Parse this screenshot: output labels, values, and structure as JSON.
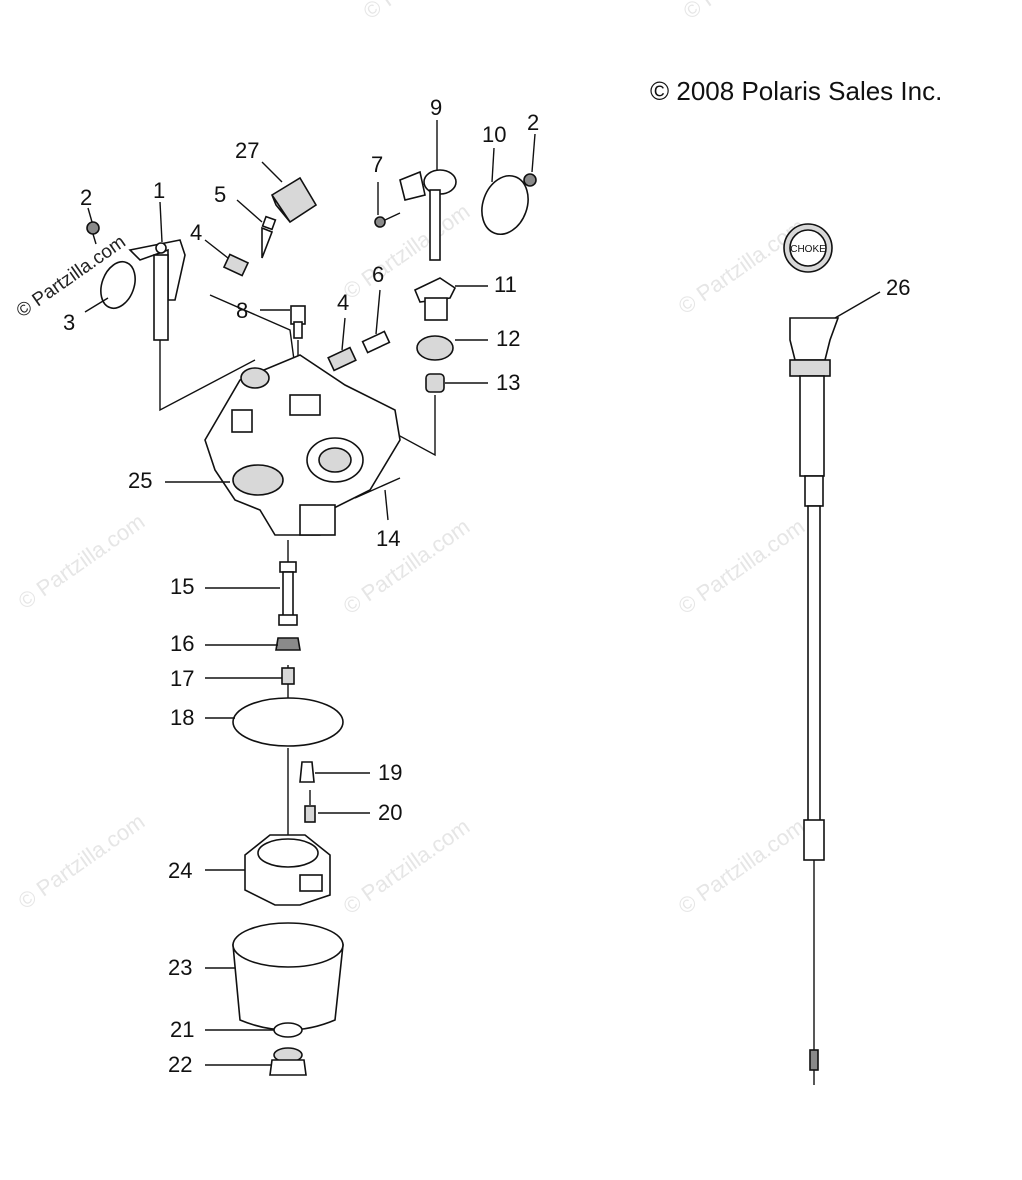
{
  "copyright": "© 2008 Polaris Sales Inc.",
  "watermark": "© Partzilla.com",
  "choke_label": "CHOKE",
  "callouts": [
    "1",
    "2",
    "2",
    "3",
    "4",
    "4",
    "5",
    "6",
    "7",
    "8",
    "9",
    "10",
    "11",
    "12",
    "13",
    "14",
    "15",
    "16",
    "17",
    "18",
    "19",
    "20",
    "21",
    "22",
    "23",
    "24",
    "25",
    "26",
    "27"
  ]
}
